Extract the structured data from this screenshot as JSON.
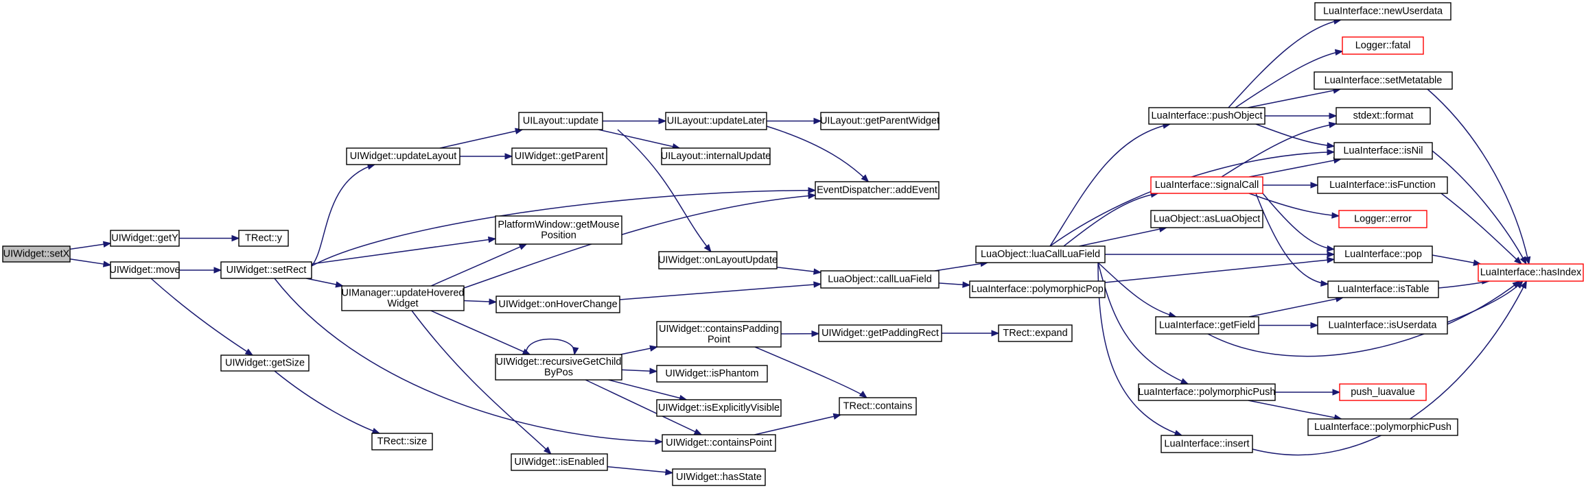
{
  "nodes": [
    {
      "id": "setX",
      "lines": [
        "UIWidget::setX"
      ],
      "root": true
    },
    {
      "id": "getY",
      "lines": [
        "UIWidget::getY"
      ]
    },
    {
      "id": "move",
      "lines": [
        "UIWidget::move"
      ]
    },
    {
      "id": "trect_y",
      "lines": [
        "TRect::y"
      ]
    },
    {
      "id": "setRect",
      "lines": [
        "UIWidget::setRect"
      ]
    },
    {
      "id": "getSize",
      "lines": [
        "UIWidget::getSize"
      ]
    },
    {
      "id": "trect_size",
      "lines": [
        "TRect::size"
      ]
    },
    {
      "id": "updateLayout",
      "lines": [
        "UIWidget::updateLayout"
      ]
    },
    {
      "id": "getParent",
      "lines": [
        "UIWidget::getParent"
      ]
    },
    {
      "id": "layout_update",
      "lines": [
        "UILayout::update"
      ]
    },
    {
      "id": "updateLater",
      "lines": [
        "UILayout::updateLater"
      ]
    },
    {
      "id": "getParentWidget",
      "lines": [
        "UILayout::getParentWidget"
      ]
    },
    {
      "id": "internalUpdate",
      "lines": [
        "UILayout::internalUpdate"
      ]
    },
    {
      "id": "addEvent",
      "lines": [
        "EventDispatcher::addEvent"
      ]
    },
    {
      "id": "getMousePos",
      "lines": [
        "PlatformWindow::getMouse",
        "Position"
      ]
    },
    {
      "id": "updateHovered",
      "lines": [
        "UIManager::updateHovered",
        "Widget"
      ]
    },
    {
      "id": "onLayoutUpdate",
      "lines": [
        "UIWidget::onLayoutUpdate"
      ]
    },
    {
      "id": "onHoverChange",
      "lines": [
        "UIWidget::onHoverChange"
      ]
    },
    {
      "id": "callLuaField",
      "lines": [
        "LuaObject::callLuaField"
      ]
    },
    {
      "id": "recursiveGetChild",
      "lines": [
        "UIWidget::recursiveGetChild",
        "ByPos"
      ]
    },
    {
      "id": "containsPaddingPoint",
      "lines": [
        "UIWidget::containsPadding",
        "Point"
      ]
    },
    {
      "id": "isPhantom",
      "lines": [
        "UIWidget::isPhantom"
      ]
    },
    {
      "id": "isExplicitlyVisible",
      "lines": [
        "UIWidget::isExplicitlyVisible"
      ]
    },
    {
      "id": "containsPoint",
      "lines": [
        "UIWidget::containsPoint"
      ]
    },
    {
      "id": "isEnabled",
      "lines": [
        "UIWidget::isEnabled"
      ]
    },
    {
      "id": "hasState",
      "lines": [
        "UIWidget::hasState"
      ]
    },
    {
      "id": "getPaddingRect",
      "lines": [
        "UIWidget::getPaddingRect"
      ]
    },
    {
      "id": "expand",
      "lines": [
        "TRect::expand"
      ]
    },
    {
      "id": "contains",
      "lines": [
        "TRect::contains"
      ]
    },
    {
      "id": "luaCallLuaField",
      "lines": [
        "LuaObject::luaCallLuaField"
      ]
    },
    {
      "id": "polymorphicPop",
      "lines": [
        "LuaInterface::polymorphicPop"
      ]
    },
    {
      "id": "pushObject",
      "lines": [
        "LuaInterface::pushObject"
      ]
    },
    {
      "id": "signalCall",
      "lines": [
        "LuaInterface::signalCall"
      ],
      "red": true
    },
    {
      "id": "asLuaObject",
      "lines": [
        "LuaObject::asLuaObject"
      ]
    },
    {
      "id": "getField",
      "lines": [
        "LuaInterface::getField"
      ]
    },
    {
      "id": "polymorphicPush",
      "lines": [
        "LuaInterface::polymorphicPush"
      ]
    },
    {
      "id": "insert",
      "lines": [
        "LuaInterface::insert"
      ]
    },
    {
      "id": "newUserdata",
      "lines": [
        "LuaInterface::newUserdata"
      ]
    },
    {
      "id": "fatal",
      "lines": [
        "Logger::fatal"
      ],
      "red": true
    },
    {
      "id": "setMetatable",
      "lines": [
        "LuaInterface::setMetatable"
      ]
    },
    {
      "id": "format",
      "lines": [
        "stdext::format"
      ]
    },
    {
      "id": "isNil",
      "lines": [
        "LuaInterface::isNil"
      ]
    },
    {
      "id": "isFunction",
      "lines": [
        "LuaInterface::isFunction"
      ]
    },
    {
      "id": "error",
      "lines": [
        "Logger::error"
      ],
      "red": true
    },
    {
      "id": "pop",
      "lines": [
        "LuaInterface::pop"
      ]
    },
    {
      "id": "isTable",
      "lines": [
        "LuaInterface::isTable"
      ]
    },
    {
      "id": "isUserdata",
      "lines": [
        "LuaInterface::isUserdata"
      ]
    },
    {
      "id": "push_luavalue",
      "lines": [
        "push_luavalue"
      ],
      "red": true
    },
    {
      "id": "polymorphicPush2",
      "lines": [
        "LuaInterface::polymorphicPush"
      ]
    },
    {
      "id": "hasIndex",
      "lines": [
        "LuaInterface::hasIndex"
      ],
      "red": true
    }
  ],
  "edges": [
    [
      "setX",
      "getY"
    ],
    [
      "setX",
      "move"
    ],
    [
      "getY",
      "trect_y"
    ],
    [
      "move",
      "setRect"
    ],
    [
      "move",
      "getSize"
    ],
    [
      "getSize",
      "trect_size"
    ],
    [
      "setRect",
      "updateLayout"
    ],
    [
      "setRect",
      "addEvent"
    ],
    [
      "setRect",
      "getMousePos"
    ],
    [
      "setRect",
      "updateHovered"
    ],
    [
      "setRect",
      "containsPoint"
    ],
    [
      "updateLayout",
      "getParent"
    ],
    [
      "updateLayout",
      "layout_update"
    ],
    [
      "layout_update",
      "updateLater"
    ],
    [
      "layout_update",
      "internalUpdate"
    ],
    [
      "layout_update",
      "onLayoutUpdate"
    ],
    [
      "updateLater",
      "getParentWidget"
    ],
    [
      "updateLater",
      "addEvent"
    ],
    [
      "updateHovered",
      "getMousePos"
    ],
    [
      "updateHovered",
      "addEvent"
    ],
    [
      "updateHovered",
      "onHoverChange"
    ],
    [
      "updateHovered",
      "recursiveGetChild"
    ],
    [
      "updateHovered",
      "isEnabled"
    ],
    [
      "onLayoutUpdate",
      "callLuaField"
    ],
    [
      "onHoverChange",
      "callLuaField"
    ],
    [
      "recursiveGetChild",
      "recursiveGetChild"
    ],
    [
      "recursiveGetChild",
      "containsPaddingPoint"
    ],
    [
      "recursiveGetChild",
      "isPhantom"
    ],
    [
      "recursiveGetChild",
      "isExplicitlyVisible"
    ],
    [
      "recursiveGetChild",
      "containsPoint"
    ],
    [
      "containsPaddingPoint",
      "getPaddingRect"
    ],
    [
      "containsPaddingPoint",
      "contains"
    ],
    [
      "getPaddingRect",
      "expand"
    ],
    [
      "containsPoint",
      "contains"
    ],
    [
      "isEnabled",
      "hasState"
    ],
    [
      "callLuaField",
      "luaCallLuaField"
    ],
    [
      "callLuaField",
      "polymorphicPop"
    ],
    [
      "luaCallLuaField",
      "pushObject"
    ],
    [
      "luaCallLuaField",
      "signalCall"
    ],
    [
      "luaCallLuaField",
      "asLuaObject"
    ],
    [
      "luaCallLuaField",
      "pop"
    ],
    [
      "luaCallLuaField",
      "getField"
    ],
    [
      "luaCallLuaField",
      "polymorphicPush"
    ],
    [
      "luaCallLuaField",
      "insert"
    ],
    [
      "luaCallLuaField",
      "isNil"
    ],
    [
      "polymorphicPop",
      "pop"
    ],
    [
      "pushObject",
      "newUserdata"
    ],
    [
      "pushObject",
      "fatal"
    ],
    [
      "pushObject",
      "setMetatable"
    ],
    [
      "pushObject",
      "format"
    ],
    [
      "pushObject",
      "isNil"
    ],
    [
      "signalCall",
      "format"
    ],
    [
      "signalCall",
      "isNil"
    ],
    [
      "signalCall",
      "isFunction"
    ],
    [
      "signalCall",
      "error"
    ],
    [
      "signalCall",
      "pop"
    ],
    [
      "signalCall",
      "isTable"
    ],
    [
      "getField",
      "isTable"
    ],
    [
      "getField",
      "isUserdata"
    ],
    [
      "getField",
      "hasIndex"
    ],
    [
      "polymorphicPush",
      "push_luavalue"
    ],
    [
      "polymorphicPush",
      "polymorphicPush2"
    ],
    [
      "insert",
      "hasIndex"
    ],
    [
      "setMetatable",
      "hasIndex"
    ],
    [
      "isNil",
      "hasIndex"
    ],
    [
      "isFunction",
      "hasIndex"
    ],
    [
      "pop",
      "hasIndex"
    ],
    [
      "isTable",
      "hasIndex"
    ],
    [
      "isUserdata",
      "hasIndex"
    ]
  ]
}
